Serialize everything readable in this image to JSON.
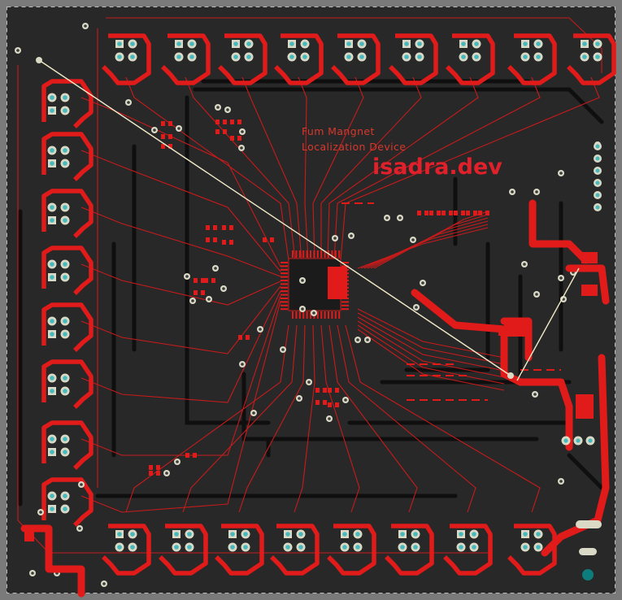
{
  "silkscreen": {
    "title_line1": "Fum Mangnet",
    "title_line2": "Localization Device",
    "brand": "isadra.dev"
  },
  "colors": {
    "canvas": "#7a7a7a",
    "board": "#282828",
    "top_copper": "#e11a1a",
    "trace": "#c81b1b",
    "bottom_copper": "#0f0f0f",
    "pad_ring": "#d9d9c6",
    "pad_hole": "#47b9bc",
    "ratsnest": "#f0eac8",
    "mounting_hole": "#0c7c7c"
  },
  "components": {
    "connector_grid_icon": "pin-header-2x2",
    "top_row_count": 9,
    "left_column_count": 8,
    "bottom_row_count": 8,
    "main_ic_icon": "qfn-microcontroller",
    "right_header_icon": "pin-header-1x6"
  }
}
